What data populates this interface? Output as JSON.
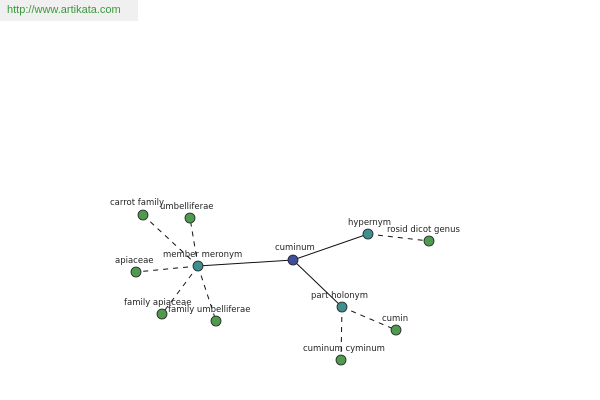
{
  "watermark": {
    "text": "http://www.artikata.com"
  },
  "colors": {
    "center": "#3f4f9a",
    "relation": "#3f8f8f",
    "leaf": "#4f9a4f",
    "edge": "#111111",
    "node_stroke": "#222222"
  },
  "graph": {
    "nodes": [
      {
        "id": "cuminum",
        "label": "cuminum",
        "kind": "center"
      },
      {
        "id": "member-meronym",
        "label": "member meronym",
        "kind": "relation"
      },
      {
        "id": "hypernym",
        "label": "hypernym",
        "kind": "relation"
      },
      {
        "id": "part-holonym",
        "label": "part holonym",
        "kind": "relation"
      },
      {
        "id": "carrot-family",
        "label": "carrot family",
        "kind": "leaf"
      },
      {
        "id": "umbelliferae",
        "label": "umbelliferae",
        "kind": "leaf"
      },
      {
        "id": "apiaceae",
        "label": "apiaceae",
        "kind": "leaf"
      },
      {
        "id": "family-apiaceae",
        "label": "family apiaceae",
        "kind": "leaf"
      },
      {
        "id": "family-umbelliferae",
        "label": "family umbelliferae",
        "kind": "leaf"
      },
      {
        "id": "rosid-dicot-genus",
        "label": "rosid dicot genus",
        "kind": "leaf"
      },
      {
        "id": "cumin",
        "label": "cumin",
        "kind": "leaf"
      },
      {
        "id": "cuminum-cyminum",
        "label": "cuminum cyminum",
        "kind": "leaf"
      }
    ],
    "edges": [
      {
        "from": "cuminum",
        "to": "member-meronym",
        "style": "solid"
      },
      {
        "from": "cuminum",
        "to": "hypernym",
        "style": "solid"
      },
      {
        "from": "cuminum",
        "to": "part-holonym",
        "style": "solid"
      },
      {
        "from": "member-meronym",
        "to": "carrot-family",
        "style": "dashed"
      },
      {
        "from": "member-meronym",
        "to": "umbelliferae",
        "style": "dashed"
      },
      {
        "from": "member-meronym",
        "to": "apiaceae",
        "style": "dashed"
      },
      {
        "from": "member-meronym",
        "to": "family-apiaceae",
        "style": "dashed"
      },
      {
        "from": "member-meronym",
        "to": "family-umbelliferae",
        "style": "dashed"
      },
      {
        "from": "hypernym",
        "to": "rosid-dicot-genus",
        "style": "dashed"
      },
      {
        "from": "part-holonym",
        "to": "cumin",
        "style": "dashed"
      },
      {
        "from": "part-holonym",
        "to": "cuminum-cyminum",
        "style": "dashed"
      }
    ]
  }
}
